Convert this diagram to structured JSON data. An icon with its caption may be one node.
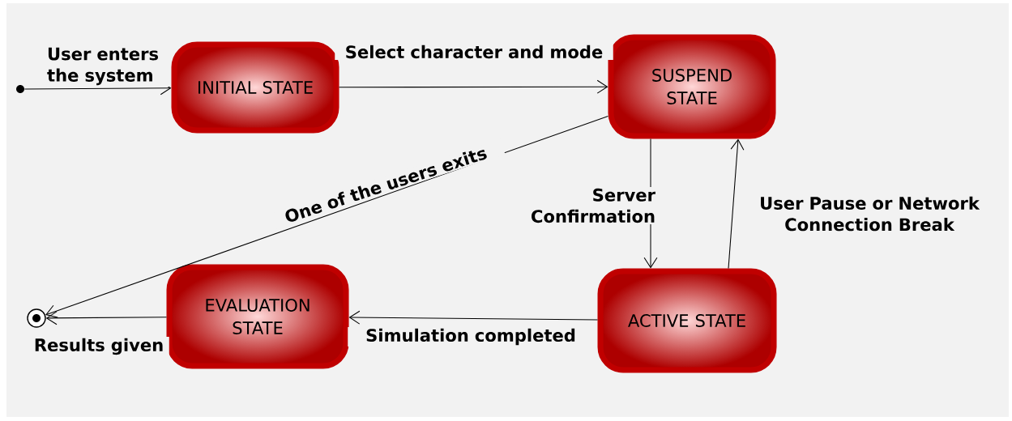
{
  "diagram": {
    "nodes": [
      {
        "text": [],
        "shape": "circle"
      },
      {
        "text": [
          "INITIAL STATE"
        ]
      },
      {
        "text": [
          "SUSPEND STATE"
        ]
      },
      {
        "text": [
          "ACTIVE STATE"
        ]
      },
      {
        "text": [
          "EVALUATION STATE"
        ]
      },
      {
        "text": [],
        "shape": "bullseye"
      }
    ],
    "edges": [
      {
        "from": 0,
        "to": 1,
        "arrow": "to",
        "label": "User enters the system"
      },
      {
        "from": 1,
        "to": 2,
        "arrow": "to",
        "label": "Select character and mode"
      },
      {
        "from": 2,
        "to": 3,
        "arrow": "to",
        "label": "Server Confirmation"
      },
      {
        "from": 3,
        "to": 2,
        "arrow": "to",
        "label": "User Pause or Network Connection Break"
      },
      {
        "from": 2,
        "to": 5,
        "arrow": "to",
        "label": "One of the users exits"
      },
      {
        "from": 3,
        "to": 4,
        "arrow": "to",
        "label": "Simulation completed"
      },
      {
        "from": 4,
        "to": 5,
        "arrow": "to",
        "label": "Results given"
      }
    ]
  }
}
